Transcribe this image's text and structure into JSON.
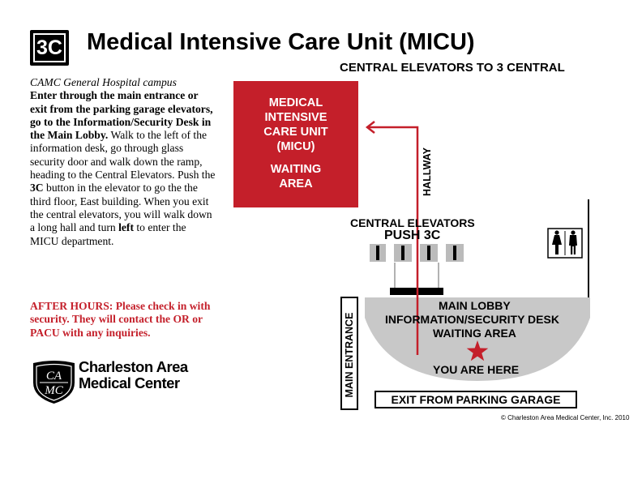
{
  "badge": "3C",
  "title": "Medical Intensive Care Unit (MICU)",
  "subtitle": "CENTRAL ELEVATORS TO 3 CENTRAL",
  "directions": {
    "campus": "CAMC General Hospital campus",
    "bold_intro": "Enter through the main entrance or exit from the parking garage elevators, go to the Information/Security Desk in the Main Lobby.",
    "text_1": " Walk to the left of the information desk, go through glass security door and walk down the ramp, heading to the Central Elevators. Push the ",
    "button_label": "3C",
    "text_2": " button in the elevator to go the the third floor, East building. When you exit the central elevators, you will walk down a long hall and turn ",
    "turn_word": "left",
    "text_3": " to enter the MICU department."
  },
  "after_hours": "AFTER HOURS: Please check in with security. They will contact the OR or PACU with any inquiries.",
  "logo": {
    "monogram_top": "CA",
    "monogram_bottom": "MC",
    "line1": "Charleston Area",
    "line2": "Medical Center"
  },
  "map": {
    "micu_box": {
      "line1": "MEDICAL",
      "line2": "INTENSIVE",
      "line3": "CARE UNIT",
      "line4": "(MICU)",
      "line5": "WAITING",
      "line6": "AREA"
    },
    "hallway": "HALLWAY",
    "central_elevators": "CENTRAL ELEVATORS",
    "push": "PUSH 3C",
    "lobby_line1": "MAIN LOBBY",
    "lobby_line2": "INFORMATION/SECURITY DESK",
    "lobby_line3": "WAITING AREA",
    "you_are_here": "YOU ARE HERE",
    "main_entrance": "MAIN ENTRANCE",
    "exit": "EXIT FROM PARKING GARAGE",
    "copyright": "© Charleston Area Medical Center, Inc. 2010",
    "restroom_icon": "restroom-icon"
  },
  "colors": {
    "accent": "#c41f2a",
    "lobby": "#c8c8c8",
    "elevator": "#bbbbbb"
  }
}
